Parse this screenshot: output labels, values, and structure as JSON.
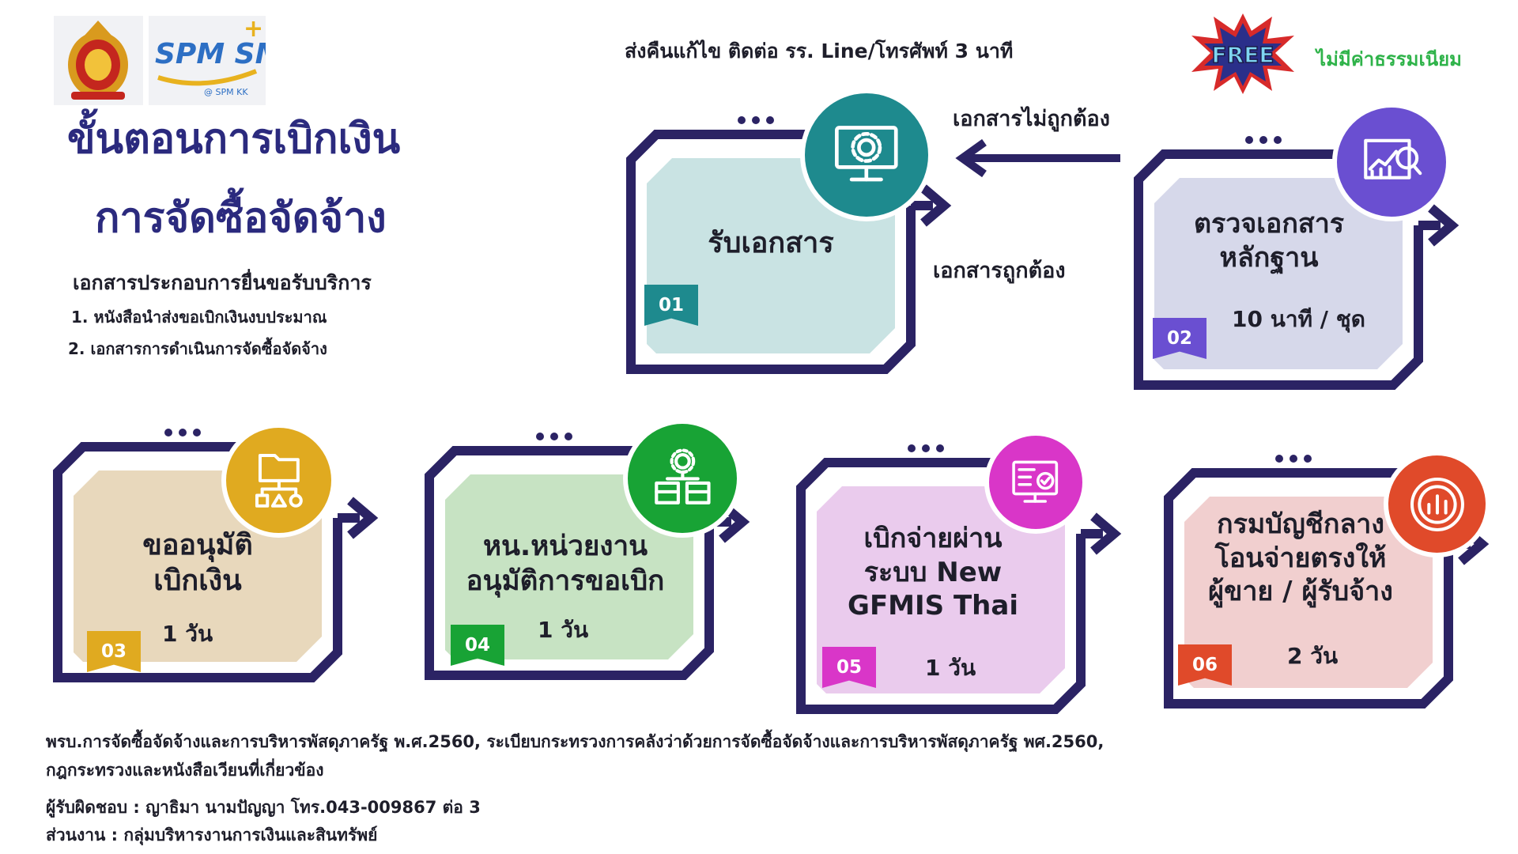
{
  "logos": {
    "left_alt": "school seal",
    "right_text": "SPM SMART"
  },
  "title": {
    "line1": "ขั้นตอนการเบิกเงิน",
    "line2": "การจัดซื้อจัดจ้าง"
  },
  "documents": {
    "heading": "เอกสารประกอบการยื่นขอรับบริการ",
    "items": [
      "1. หนังสือนำส่งขอเบิกเงินงบประมาณ",
      "2. เอกสารการดำเนินการจัดซื้อจัดจ้าง"
    ]
  },
  "contact_note": "ส่งคืนแก้ไข ติดต่อ รร. Line/โทรศัพท์ 3 นาที",
  "free": {
    "badge_text": "FREE",
    "label": "ไม่มีค่าธรรมเนียม"
  },
  "flow": {
    "invalid_label": "เอกสารไม่ถูกต้อง",
    "valid_label": "เอกสารถูกต้อง"
  },
  "steps": [
    {
      "number": "01",
      "title": "รับเอกสาร",
      "time": "",
      "card_color": "#c9e3e3",
      "accent": "#1e8a8e",
      "icon": "monitor-gear-icon"
    },
    {
      "number": "02",
      "title": "ตรวจเอกสาร\nหลักฐาน",
      "time": "10 นาที / ชุด",
      "card_color": "#d6d8ea",
      "accent": "#6a4fd1",
      "icon": "analytics-magnifier-icon"
    },
    {
      "number": "03",
      "title": "ขออนุมัติ\nเบิกเงิน",
      "time": "1 วัน",
      "card_color": "#e8d8bc",
      "accent": "#e0aa20",
      "icon": "folder-hierarchy-icon"
    },
    {
      "number": "04",
      "title": "หน.หน่วยงาน\nอนุมัติการขอเบิก",
      "time": "1 วัน",
      "card_color": "#c7e3c3",
      "accent": "#18a335",
      "icon": "gear-boxes-icon"
    },
    {
      "number": "05",
      "title": "เบิกจ่ายผ่าน\nระบบ New\nGFMIS Thai",
      "time": "1 วัน",
      "card_color": "#eacbed",
      "accent": "#d936c8",
      "icon": "monitor-check-icon"
    },
    {
      "number": "06",
      "title": "กรมบัญชีกลาง\nโอนจ่ายตรงให้\nผู้ขาย / ผู้รับจ้าง",
      "time": "2 วัน",
      "card_color": "#f1cfcf",
      "accent": "#e04a2a",
      "icon": "chart-target-icon"
    }
  ],
  "footer": {
    "law_line1": "พรบ.การจัดซื้อจัดจ้างและการบริหารพัสดุภาครัฐ พ.ศ.2560, ระเบียบกระทรวงการคลังว่าด้วยการจัดซื้อจัดจ้างและการบริหารพัสดุภาครัฐ พศ.2560,",
    "law_line2": "กฎกระทรวงและหนังสือเวียนที่เกี่ยวข้อง",
    "responsible": "ผู้รับผิดชอบ : ญาธิมา  นามปัญญา โทร.043-009867 ต่อ 3",
    "unit": "ส่วนงาน       : กลุ่มบริหารงานการเงินและสินทรัพย์"
  }
}
